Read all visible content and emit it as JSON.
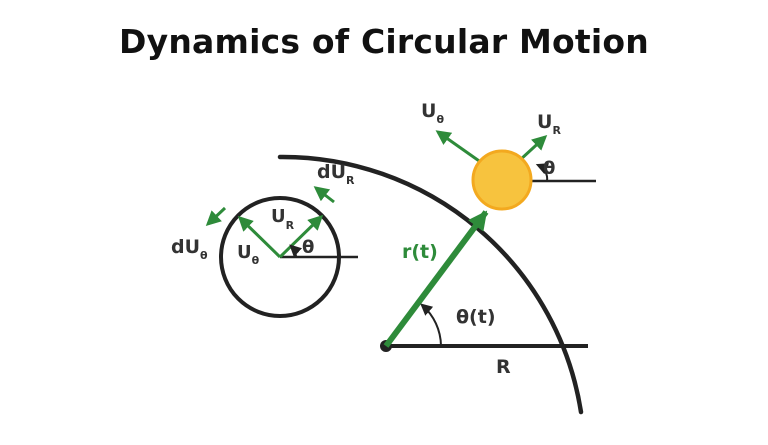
{
  "title": "Dynamics of Circular Motion",
  "colors": {
    "vector": "#2e8b3a",
    "line": "#222222",
    "particle": "#f7c33e",
    "particle_edge": "#f3a91f",
    "text": "#333333"
  },
  "labels": {
    "r": "r(t)",
    "theta_t": "θ(t)",
    "R": "R",
    "U_theta_top": {
      "base": "U",
      "sub": "θ"
    },
    "U_R_top": {
      "base": "U",
      "sub": "R"
    },
    "theta_top": "θ",
    "dU_R": {
      "base": "dU",
      "sub": "R"
    },
    "U_R_small": {
      "base": "U",
      "sub": "R"
    },
    "dU_theta": {
      "base": "dU",
      "sub": "θ"
    },
    "U_theta_small": {
      "base": "U",
      "sub": "θ"
    },
    "theta_small": "θ"
  }
}
